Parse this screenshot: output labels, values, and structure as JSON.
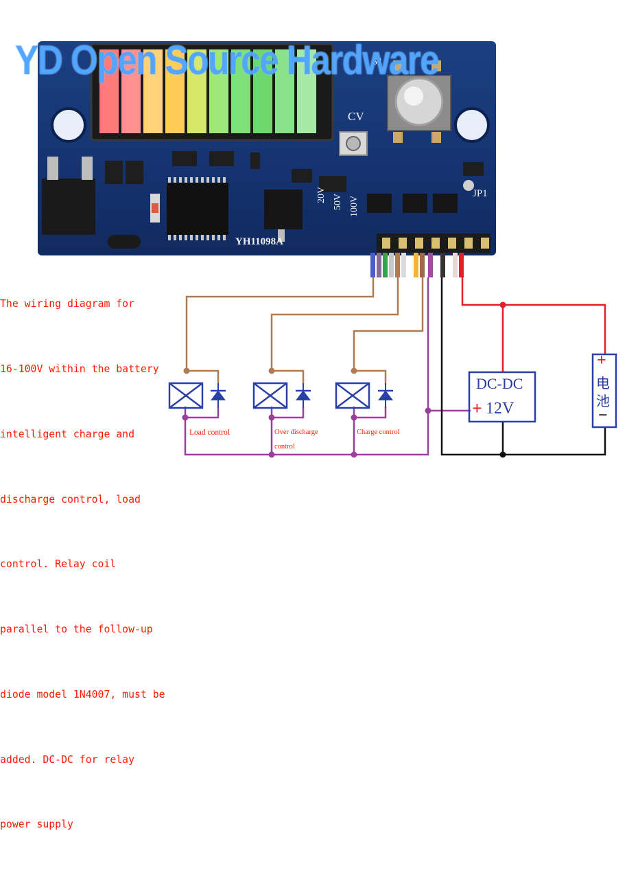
{
  "watermark": "YD Open Source Hardware",
  "note_lines": [
    "The wiring diagram for",
    "16-100V within the battery",
    "intelligent charge and",
    "discharge control, load",
    "control. Relay coil",
    "parallel to the follow-up",
    "diode model 1N4007, must be",
    "added. DC-DC for relay",
    "power supply"
  ],
  "board": {
    "model": "YH11098A",
    "s1": "S1",
    "cv": "CV",
    "jp1": "JP1",
    "voltages": [
      "20V",
      "50V",
      "100V"
    ]
  },
  "relays": [
    {
      "label": "Load control"
    },
    {
      "label": "Over discharge",
      "label2": "control"
    },
    {
      "label": "Charge control"
    }
  ],
  "dcdc": {
    "title": "DC-DC",
    "output": "12V",
    "plus": "+"
  },
  "battery": {
    "plus": "+",
    "minus": "−",
    "label_line1": "电",
    "label_line2": "池"
  },
  "colors": {
    "brown": "#b07a52",
    "purple": "#9a3f9a",
    "black": "#111111",
    "red": "#e0202a",
    "relay_blue": "#2b3fa8",
    "note_red": "#ff1a00"
  }
}
